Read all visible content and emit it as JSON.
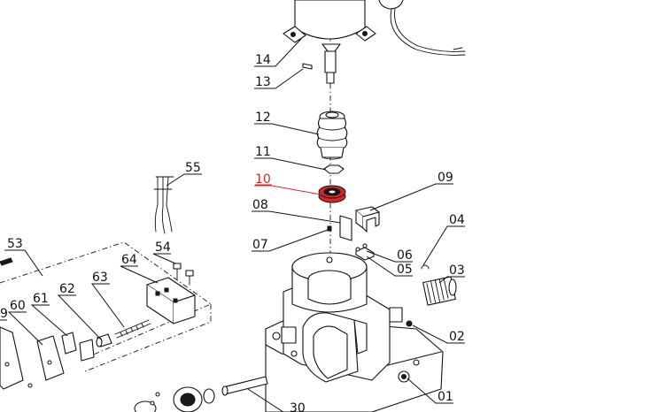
{
  "diagram": {
    "highlight_color": "#d6262a",
    "labels": [
      {
        "id": "14",
        "text": "14"
      },
      {
        "id": "13",
        "text": "13"
      },
      {
        "id": "12",
        "text": "12"
      },
      {
        "id": "11",
        "text": "11"
      },
      {
        "id": "10",
        "text": "10",
        "highlighted": true
      },
      {
        "id": "09",
        "text": "09"
      },
      {
        "id": "08",
        "text": "08"
      },
      {
        "id": "07",
        "text": "07"
      },
      {
        "id": "06",
        "text": "06"
      },
      {
        "id": "05",
        "text": "05"
      },
      {
        "id": "04",
        "text": "04"
      },
      {
        "id": "03",
        "text": "03"
      },
      {
        "id": "02",
        "text": "02"
      },
      {
        "id": "01",
        "text": "01"
      },
      {
        "id": "55",
        "text": "55"
      },
      {
        "id": "54",
        "text": "54"
      },
      {
        "id": "53",
        "text": "53"
      },
      {
        "id": "64",
        "text": "64"
      },
      {
        "id": "63",
        "text": "63"
      },
      {
        "id": "62",
        "text": "62"
      },
      {
        "id": "61",
        "text": "61"
      },
      {
        "id": "60",
        "text": "60"
      },
      {
        "id": "59",
        "text": "9"
      },
      {
        "id": "30",
        "text": "30"
      }
    ]
  }
}
